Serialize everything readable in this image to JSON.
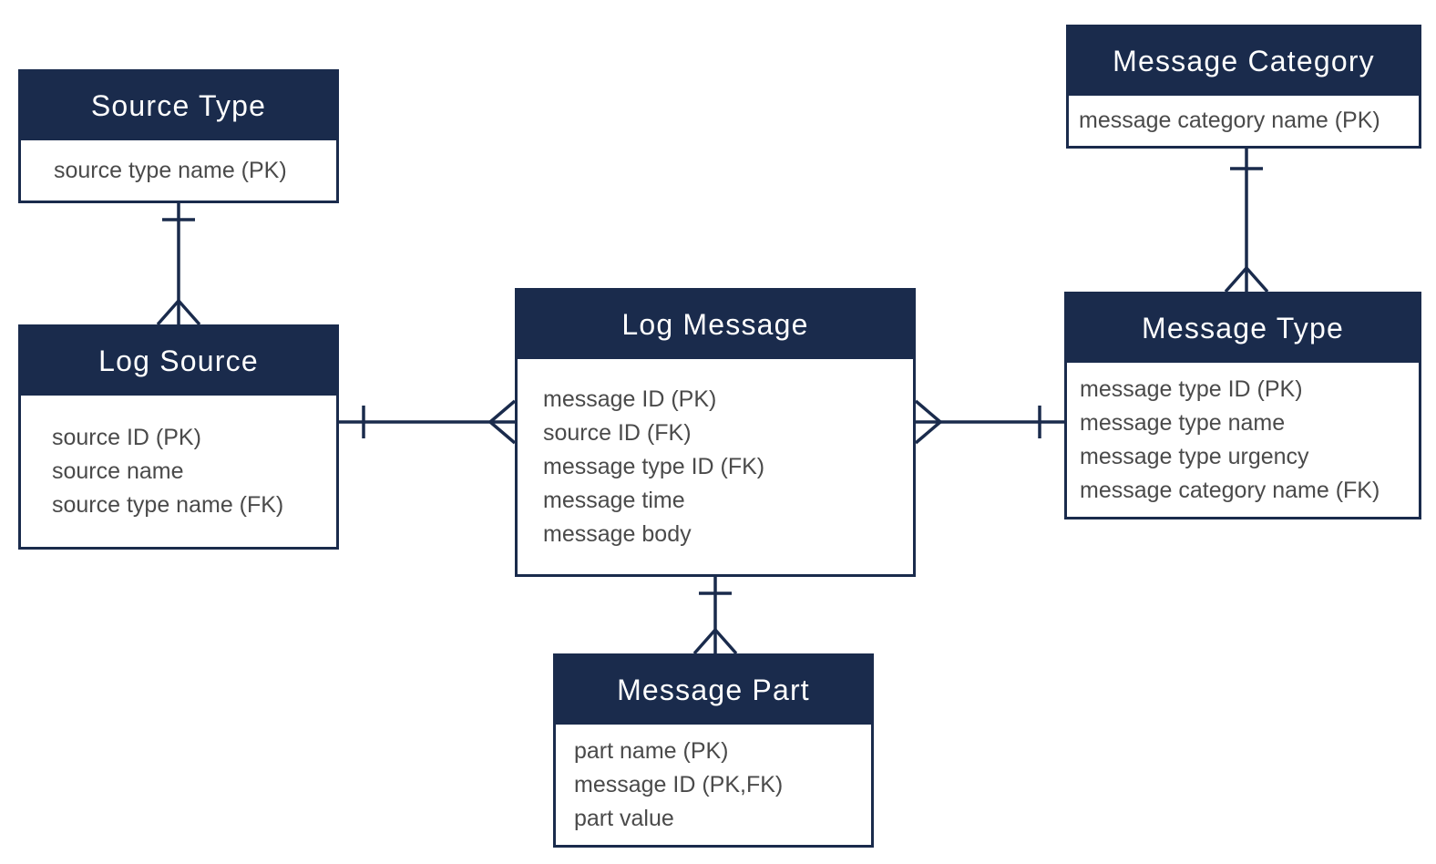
{
  "colors": {
    "navy": "#1A2B4C",
    "attribute_text": "#4A4A4A",
    "background": "#FFFFFF",
    "header_text": "#FFFFFF"
  },
  "entities": [
    {
      "id": "source-type",
      "title": "Source Type",
      "attributes": [
        "source type name (PK)"
      ]
    },
    {
      "id": "log-source",
      "title": "Log Source",
      "attributes": [
        "source ID (PK)",
        "source name",
        "source type name (FK)"
      ]
    },
    {
      "id": "log-message",
      "title": "Log Message",
      "attributes": [
        "message ID (PK)",
        "source ID (FK)",
        "message type ID (FK)",
        "message time",
        "message body"
      ]
    },
    {
      "id": "message-category",
      "title": "Message Category",
      "attributes": [
        "message category name (PK)"
      ]
    },
    {
      "id": "message-type",
      "title": "Message Type",
      "attributes": [
        "message type ID (PK)",
        "message type name",
        "message type urgency",
        "message category name (FK)"
      ]
    },
    {
      "id": "message-part",
      "title": "Message Part",
      "attributes": [
        "part name (PK)",
        "message ID (PK,FK)",
        "part value"
      ]
    }
  ],
  "relationships": [
    {
      "from": "Source Type",
      "to": "Log Source",
      "from_cardinality": "one",
      "to_cardinality": "many",
      "notation": "crow-foot"
    },
    {
      "from": "Log Source",
      "to": "Log Message",
      "from_cardinality": "one",
      "to_cardinality": "many",
      "notation": "crow-foot"
    },
    {
      "from": "Message Type",
      "to": "Log Message",
      "from_cardinality": "one",
      "to_cardinality": "many",
      "notation": "crow-foot"
    },
    {
      "from": "Message Category",
      "to": "Message Type",
      "from_cardinality": "one",
      "to_cardinality": "many",
      "notation": "crow-foot"
    },
    {
      "from": "Log Message",
      "to": "Message Part",
      "from_cardinality": "one",
      "to_cardinality": "many",
      "notation": "crow-foot"
    }
  ]
}
